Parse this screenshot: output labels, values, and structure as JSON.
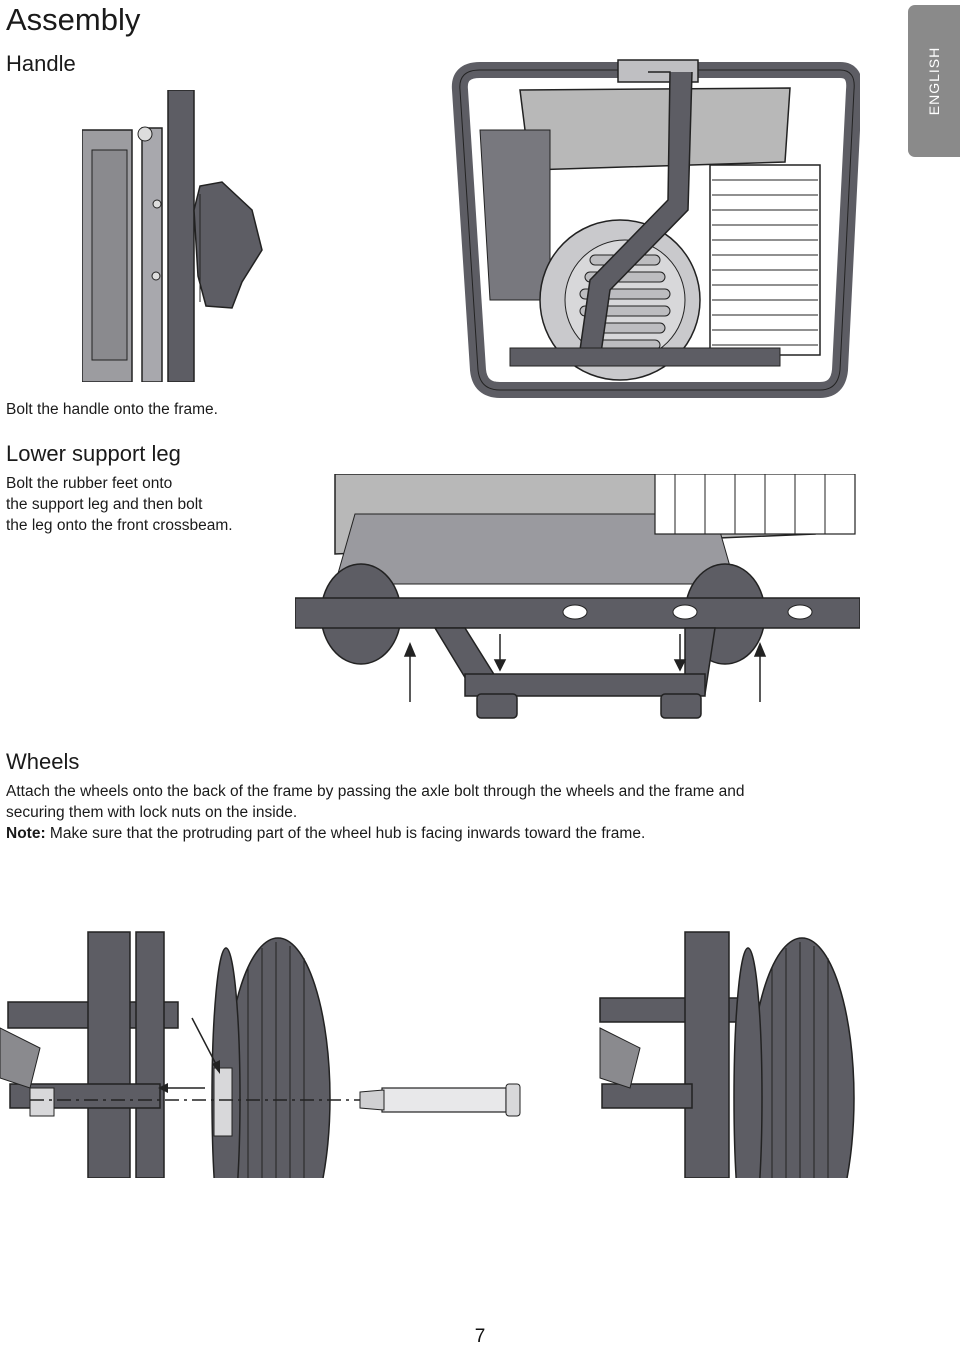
{
  "page": {
    "title": "Assembly",
    "side_tab": "ENGLISH",
    "page_number": "7"
  },
  "handle": {
    "heading": "Handle",
    "caption": "Bolt the handle onto the frame."
  },
  "support_leg": {
    "heading": "Lower support leg",
    "line1": "Bolt the rubber feet onto",
    "line2": "the support leg and then bolt",
    "line3": "the leg onto the front crossbeam."
  },
  "wheels": {
    "heading": "Wheels",
    "line1": "Attach the wheels onto the back of the frame by passing the axle bolt through the wheels and the frame and",
    "line2": "securing them with lock nuts on the inside.",
    "note_label": "Note:",
    "note_text": " Make sure that the protruding part of the wheel hub is facing inwards toward the frame."
  },
  "colors": {
    "frame": "#5d5d64",
    "engine": "#b8b8b8",
    "tab": "#8a8a8a"
  }
}
